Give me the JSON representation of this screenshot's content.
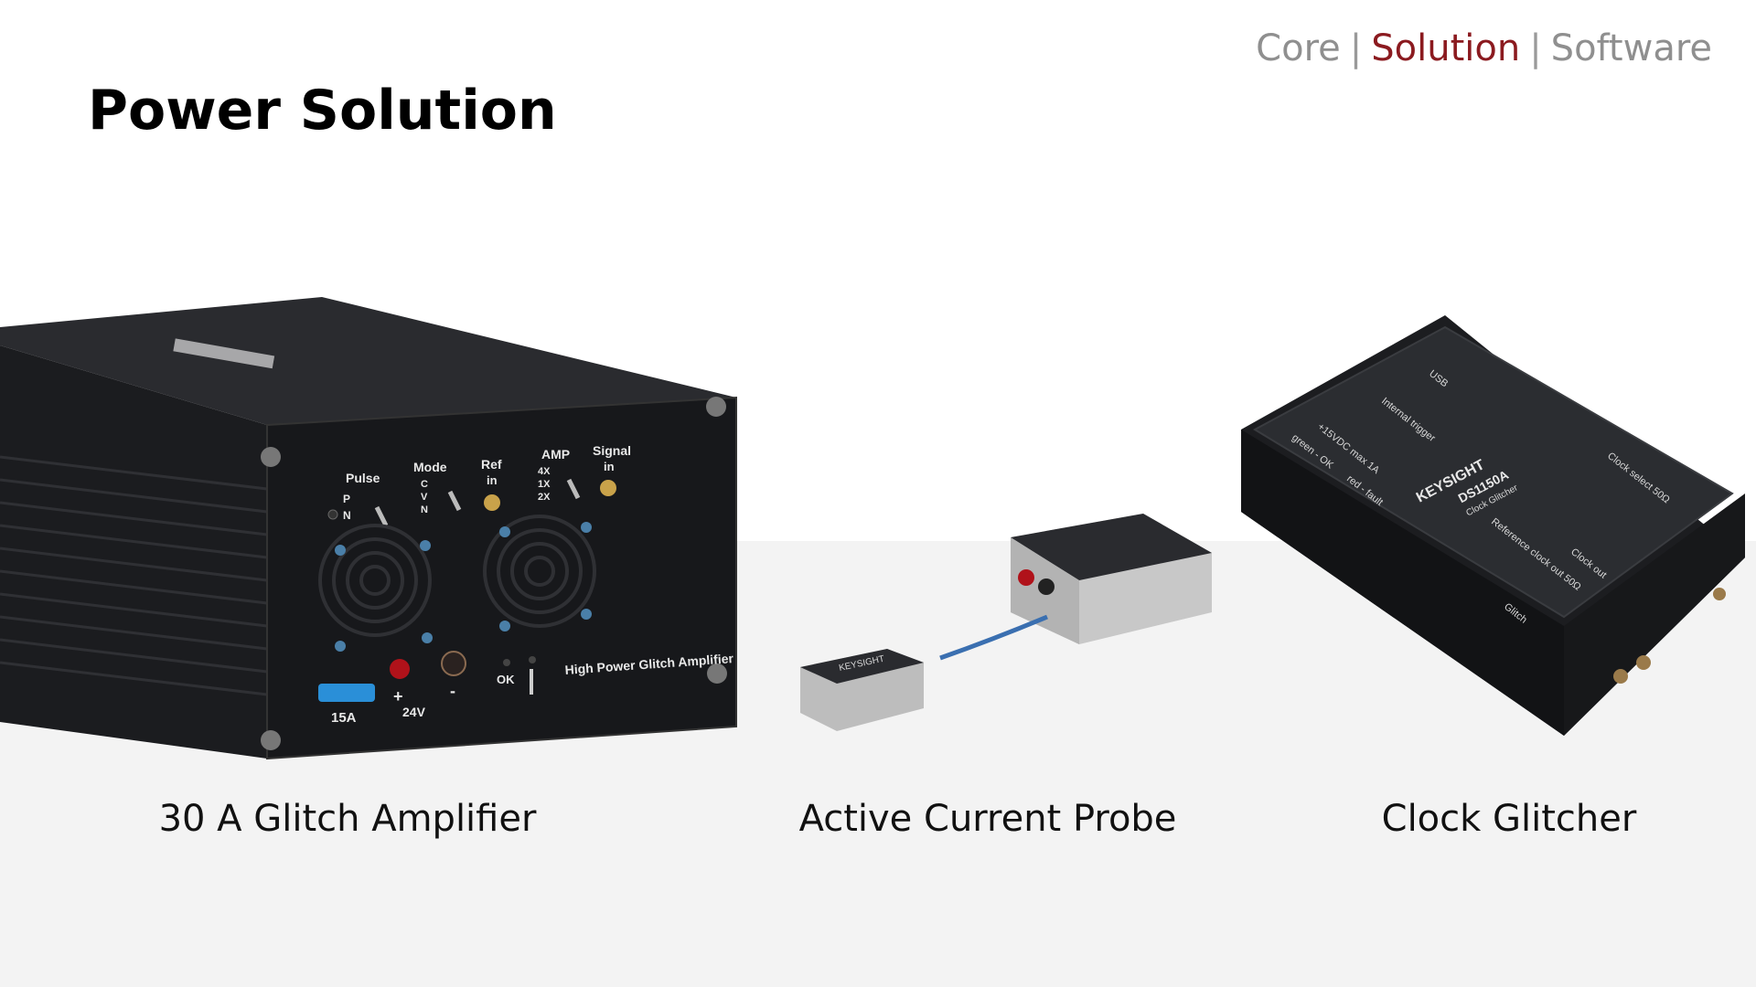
{
  "header": {
    "nav": {
      "core": "Core",
      "solution": "Solution",
      "software": "Software",
      "separator": "|"
    },
    "title": "Power Solution"
  },
  "products": {
    "amplifier": {
      "caption": "30 A Glitch Amplifier",
      "labels": {
        "pulse": "Pulse",
        "pulse_p": "P",
        "pulse_n": "N",
        "mode": "Mode",
        "mode_c": "C",
        "mode_v": "V",
        "mode_n": "N",
        "ref": "Ref",
        "ref_in": "in",
        "amp": "AMP",
        "amp_4x": "4X",
        "amp_1x": "1X",
        "amp_2x": "2X",
        "signal": "Signal",
        "signal_in": "in",
        "fuse": "15A",
        "voltage": "24V",
        "ok": "OK",
        "plus": "+",
        "minus": "-",
        "name_plate": "High Power Glitch Amplifier"
      }
    },
    "probe": {
      "caption": "Active Current Probe",
      "brand": "KEYSIGHT"
    },
    "glitcher": {
      "caption": "Clock Glitcher",
      "brand": "KEYSIGHT",
      "model": "DS1150A",
      "subtitle": "Clock Glitcher",
      "labels": {
        "usb": "USB",
        "internal_trigger": "Internal trigger",
        "power": "+15VDC max 1A",
        "status_ok": "green - OK",
        "status_fault": "red - fault",
        "clock_select": "Clock select 50Ω",
        "reference_clock_out": "Reference clock out 50Ω",
        "clock_out": "Clock out",
        "glitch": "Glitch"
      }
    }
  },
  "colors": {
    "accent": "#8b1a1f",
    "nav_gray": "#8f8f8f",
    "device_body": "#1c1d20",
    "floor": "#f3f3f3"
  }
}
